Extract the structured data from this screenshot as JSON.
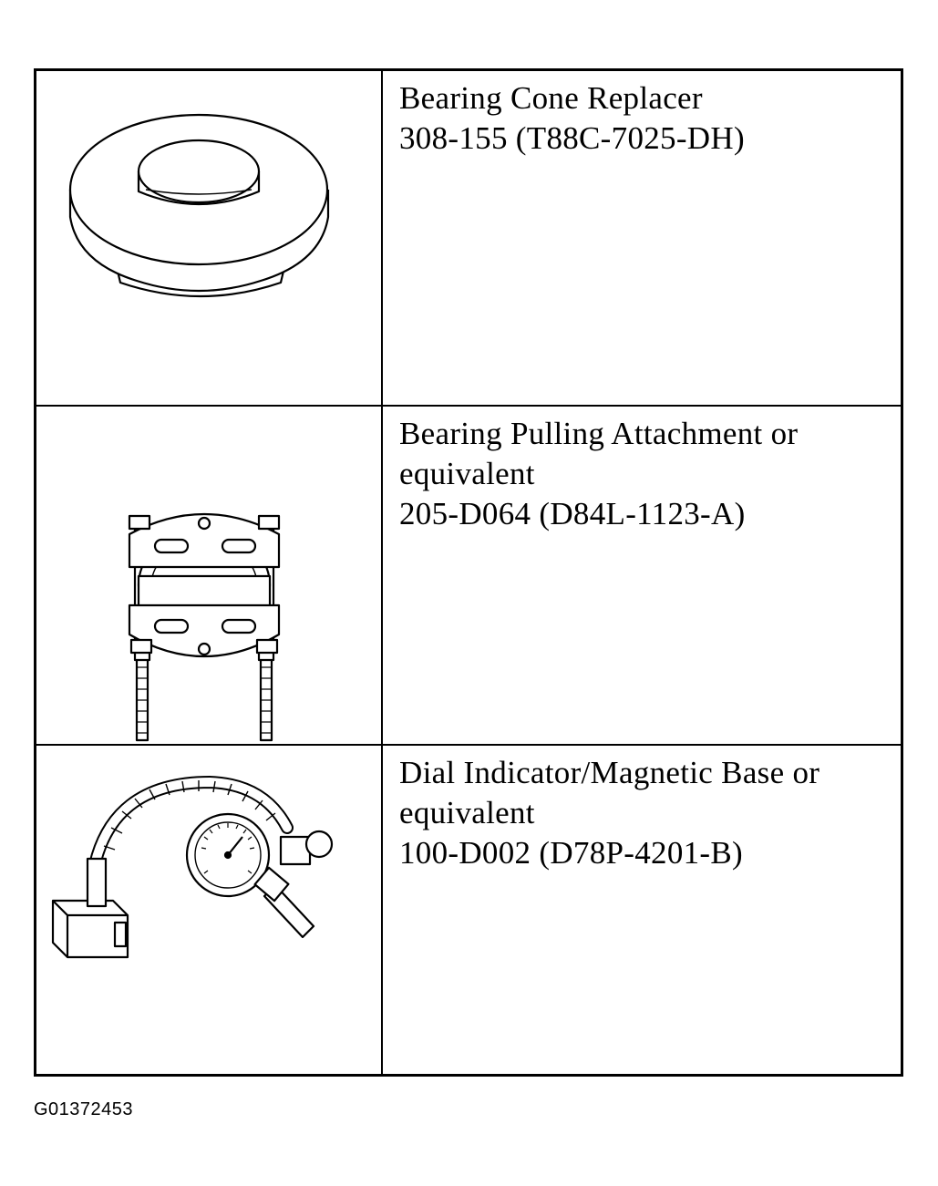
{
  "tools": [
    {
      "name": "Bearing Cone Replacer",
      "part_number": "308-155 (T88C-7025-DH)",
      "illustration": "bearing-cone-replacer-drawing"
    },
    {
      "name_line1": "Bearing Pulling Attachment or",
      "name_line2": "equivalent",
      "part_number": "205-D064 (D84L-1123-A)",
      "illustration": "bearing-pulling-attachment-drawing"
    },
    {
      "name_line1": "Dial Indicator/Magnetic Base or",
      "name_line2": "equivalent",
      "part_number": "100-D002 (D78P-4201-B)",
      "illustration": "dial-indicator-magnetic-base-drawing"
    }
  ],
  "figure_code": "G01372453"
}
